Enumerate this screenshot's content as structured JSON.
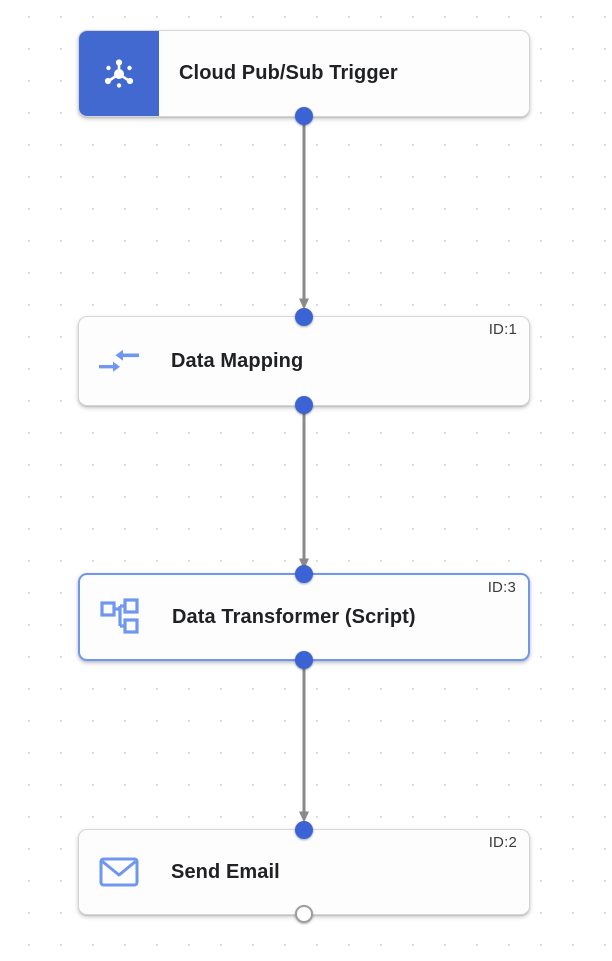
{
  "canvas": {
    "grid": "dot-grid",
    "background_color": "#ffffff",
    "dot_color": "#dcdcdc"
  },
  "colors": {
    "accent_blue": "#4169cf",
    "port_blue": "#3b63d4",
    "icon_blue": "#6f97ef",
    "edge_gray": "#8a8a8a",
    "selected_border": "#6f97ef",
    "label_text": "#202124",
    "id_text": "#3c3c3c"
  },
  "nodes": [
    {
      "label": "Cloud Pub/Sub Trigger",
      "icon": "pubsub-hub-icon",
      "icon_style": "filled-blue-block",
      "id_badge": "",
      "selected": false,
      "ports": {
        "top": "none",
        "bottom": "filled"
      }
    },
    {
      "label": "Data Mapping",
      "icon": "data-mapping-arrows-icon",
      "icon_style": "plain",
      "id_badge": "ID:1",
      "selected": false,
      "ports": {
        "top": "filled",
        "bottom": "filled"
      }
    },
    {
      "label": "Data Transformer (Script)",
      "icon": "hierarchy-tree-icon",
      "icon_style": "plain",
      "id_badge": "ID:3",
      "selected": true,
      "ports": {
        "top": "filled",
        "bottom": "filled"
      }
    },
    {
      "label": "Send Email",
      "icon": "envelope-icon",
      "icon_style": "plain",
      "id_badge": "ID:2",
      "selected": false,
      "ports": {
        "top": "filled",
        "bottom": "hollow"
      }
    }
  ],
  "edges": [
    {
      "from": "Cloud Pub/Sub Trigger",
      "to": "Data Mapping",
      "arrow": "down"
    },
    {
      "from": "Data Mapping",
      "to": "Data Transformer (Script)",
      "arrow": "down"
    },
    {
      "from": "Data Transformer (Script)",
      "to": "Send Email",
      "arrow": "down"
    }
  ]
}
